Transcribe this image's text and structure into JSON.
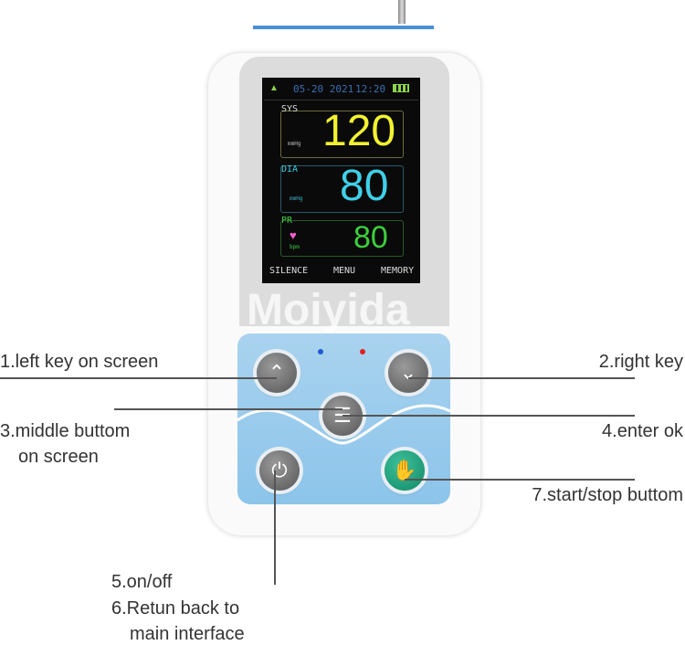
{
  "screen": {
    "date": "05-20 2021",
    "time": "12:20",
    "sys_label": "SYS",
    "sys_value": "120",
    "sys_unit": "mmHg",
    "dia_label": "DIA",
    "dia_value": "80",
    "dia_unit": "mmHg",
    "pr_label": "PR",
    "pr_value": "80",
    "pr_unit": "bpm",
    "softkeys": [
      "SILENCE",
      "MENU",
      "MEMORY"
    ],
    "colors": {
      "sys": "#f2f230",
      "dia": "#3fd0e8",
      "pr": "#3ccf3c"
    }
  },
  "watermark": "Moiyida",
  "annotations": {
    "left_key": "1.left key on screen",
    "right_key": "2.right key",
    "middle_line1": "3.middle buttom",
    "middle_line2": "on screen",
    "enter": "4.enter ok",
    "onoff": "5.on/off",
    "return_line1": "6.Retun back to",
    "return_line2": "main interface",
    "start": "7.start/stop buttom"
  }
}
